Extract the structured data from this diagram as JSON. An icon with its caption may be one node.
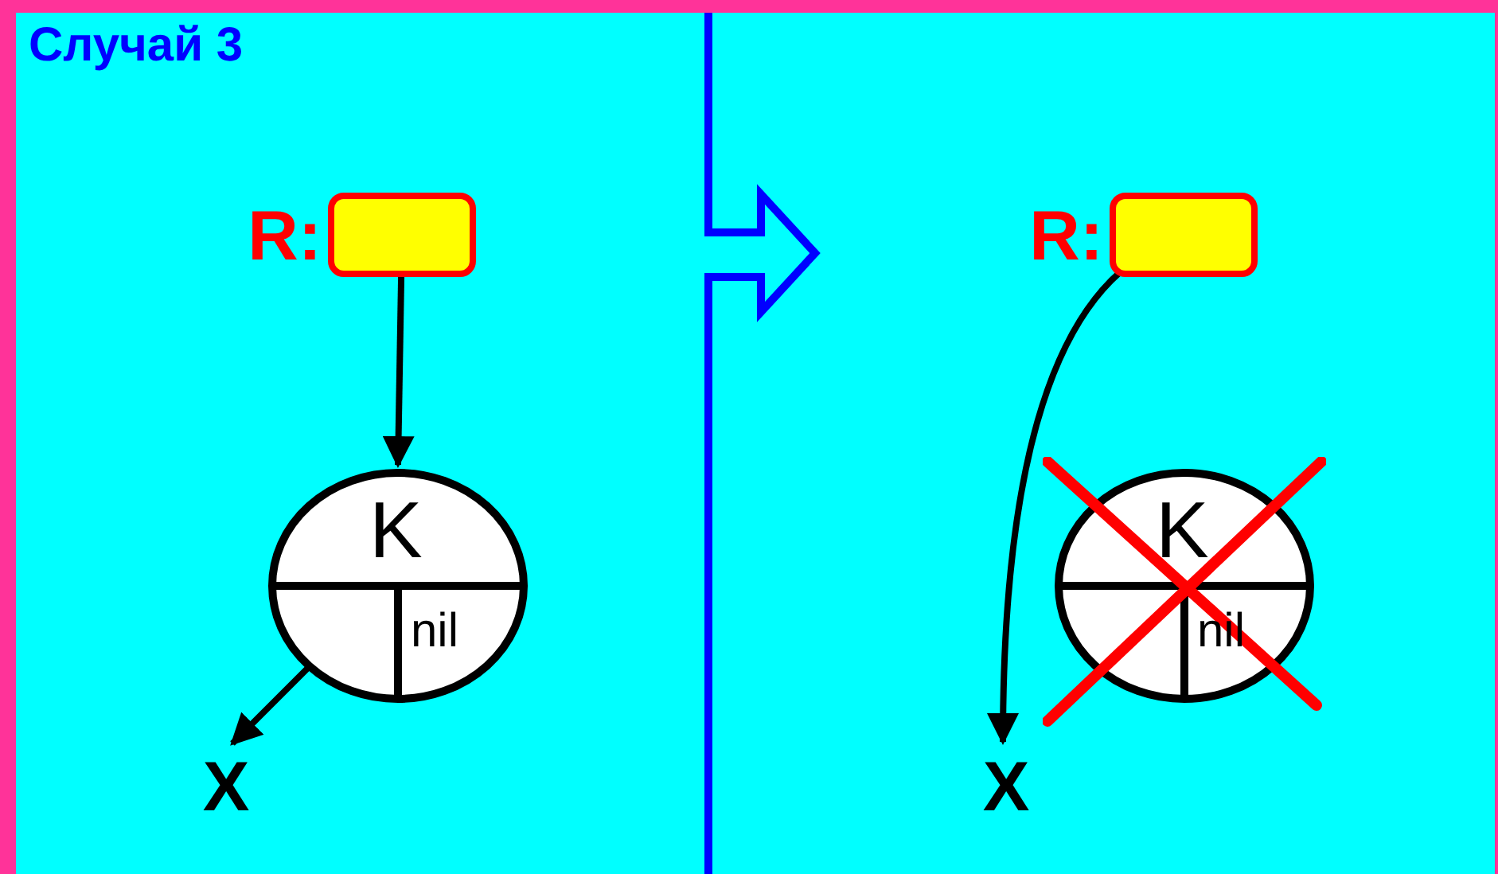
{
  "diagram": {
    "title": "Случай 3",
    "nodes": [
      {
        "text": [],
        "shape": "box",
        "beside": [
          "R:"
        ]
      },
      {
        "text": [
          "K",
          "nil"
        ]
      },
      {
        "text": [
          "X"
        ]
      },
      {
        "text": [],
        "shape": "box",
        "beside": [
          "R:"
        ]
      },
      {
        "text": [
          "K",
          "nil"
        ]
      },
      {
        "text": [
          "X"
        ]
      }
    ],
    "edges": [
      {
        "from": 0,
        "to": 1,
        "arrow": "to"
      },
      {
        "from": 1,
        "to": 2,
        "arrow": "to"
      },
      {
        "from": 3,
        "to": 5,
        "arrow": "to"
      }
    ]
  }
}
